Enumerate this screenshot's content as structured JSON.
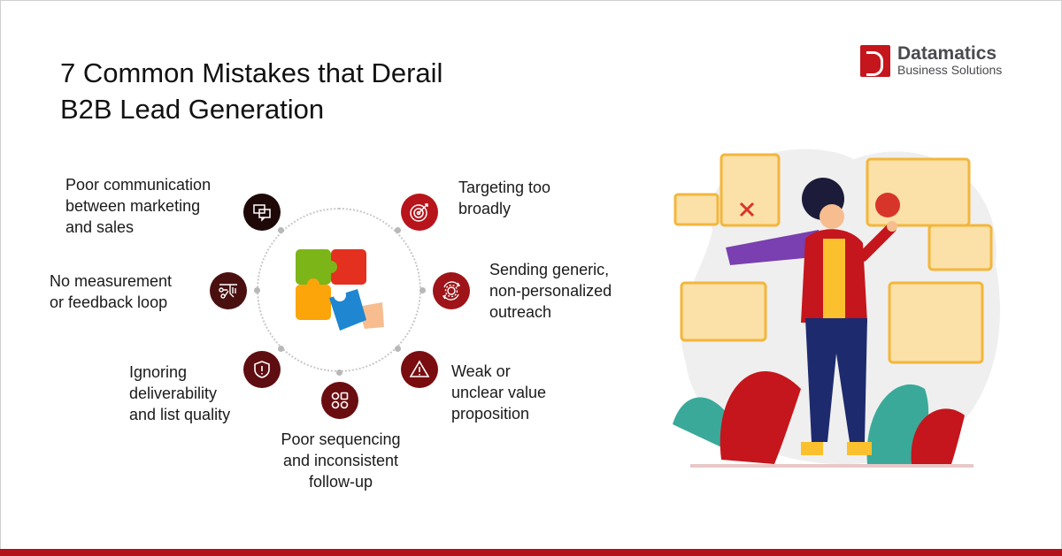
{
  "title_lines": [
    "7 Common Mistakes that Derail",
    "B2B Lead Generation"
  ],
  "brand": {
    "name": "Datamatics",
    "tagline": "Business Solutions",
    "color": "#c4161c"
  },
  "mistakes": [
    {
      "label": "Poor communication between marketing and sales",
      "lines": [
        "Poor communication",
        "between marketing",
        "and sales"
      ],
      "icon": "chat-bubbles-icon",
      "color": "#1e0808"
    },
    {
      "label": "Targeting too broadly",
      "lines": [
        "Targeting too",
        "broadly"
      ],
      "icon": "target-icon",
      "color": "#b8141b"
    },
    {
      "label": "No measurement or feedback loop",
      "lines": [
        "No measurement",
        "or feedback loop"
      ],
      "icon": "feedback-touch-icon",
      "color": "#4a1010"
    },
    {
      "label": "Sending generic, non-personalized outreach",
      "lines": [
        "Sending generic,",
        "non-personalized",
        "outreach"
      ],
      "icon": "gear-cycle-icon",
      "color": "#9e1418"
    },
    {
      "label": "Ignoring deliverability and list quality",
      "lines": [
        "Ignoring",
        "deliverability",
        "and list quality"
      ],
      "icon": "shield-alert-icon",
      "color": "#5e0d10"
    },
    {
      "label": "Weak or unclear value proposition",
      "lines": [
        "Weak or",
        "unclear value",
        "proposition"
      ],
      "icon": "warning-icon",
      "color": "#7a0d10"
    },
    {
      "label": "Poor sequencing and inconsistent follow-up",
      "lines": [
        "Poor sequencing",
        "and inconsistent",
        "follow-up"
      ],
      "icon": "shapes-grid-icon",
      "color": "#6a0d10"
    }
  ],
  "accent_bar_color": "#b3121b"
}
